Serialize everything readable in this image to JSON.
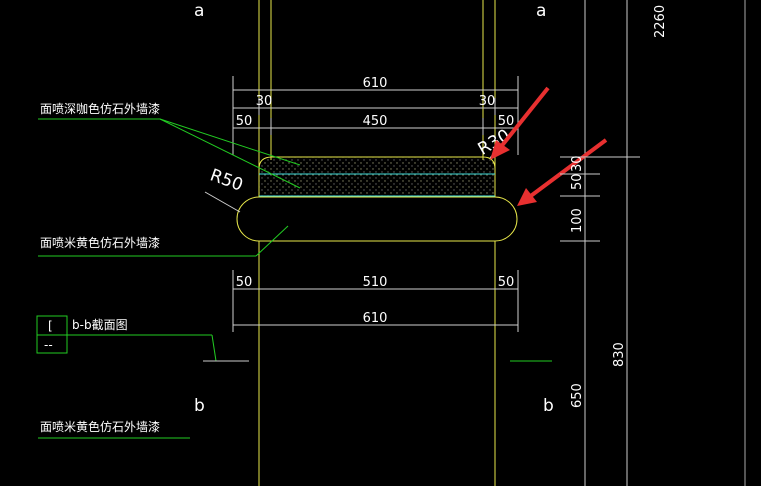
{
  "labels": {
    "axis_top_left": "a",
    "axis_top_right": "a",
    "axis_bottom_left": "b",
    "axis_bottom_right": "b"
  },
  "dimensions": {
    "top_total": "610",
    "top_left_offset": "30",
    "top_right_offset": "30",
    "top_left_inset": "50",
    "top_middle": "450",
    "top_right_inset": "50",
    "bottom_left": "50",
    "bottom_middle": "510",
    "bottom_right": "50",
    "bottom_total": "610",
    "radius_large": "R50",
    "radius_small": "R30",
    "right_50": "50",
    "right_30": "30",
    "right_100": "100",
    "right_650": "650",
    "right_830": "830",
    "right_2260": "2260"
  },
  "notes": {
    "dark_stone": "面喷深咖色仿石外墙漆",
    "beige_stone_1": "面喷米黄色仿石外墙漆",
    "beige_stone_2": "面喷米黄色仿石外墙漆",
    "section_title": "b-b截面图",
    "section_box_left": "[",
    "section_box_bottom": "--"
  },
  "colors": {
    "background": "#000000",
    "wall_line": "#e8e84a",
    "dimension_line": "#d0d0d0",
    "leader_line": "#22cc22",
    "cyan_line": "#44e0e0",
    "arrow": "#e83030"
  }
}
